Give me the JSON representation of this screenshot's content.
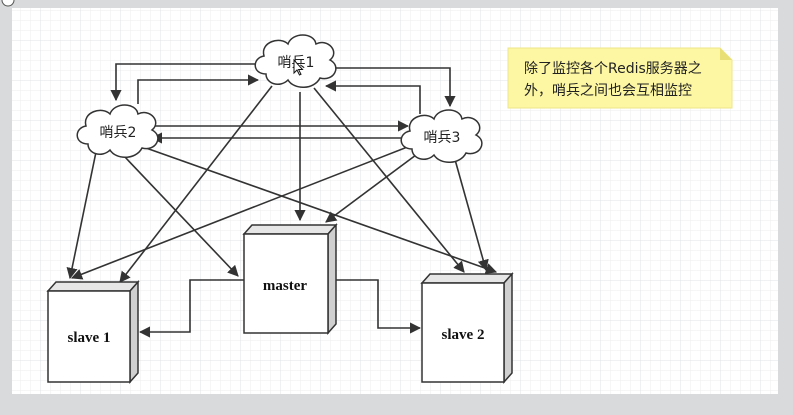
{
  "diagram": {
    "sentinels": [
      {
        "id": "s1",
        "label": "哨兵1"
      },
      {
        "id": "s2",
        "label": "哨兵2"
      },
      {
        "id": "s3",
        "label": "哨兵3"
      }
    ],
    "servers": [
      {
        "id": "master",
        "label": "master"
      },
      {
        "id": "slave1",
        "label": "slave 1"
      },
      {
        "id": "slave2",
        "label": "slave 2"
      }
    ],
    "note": {
      "line1": "除了监控各个Redis服务器之",
      "line2": "外，哨兵之间也会互相监控"
    }
  },
  "colors": {
    "background": "#d8dadb",
    "canvas": "#ffffff",
    "grid": "#e9eaeb",
    "line": "#333333",
    "note_fill": "#fdf7a3",
    "note_fold": "#e8df77"
  }
}
